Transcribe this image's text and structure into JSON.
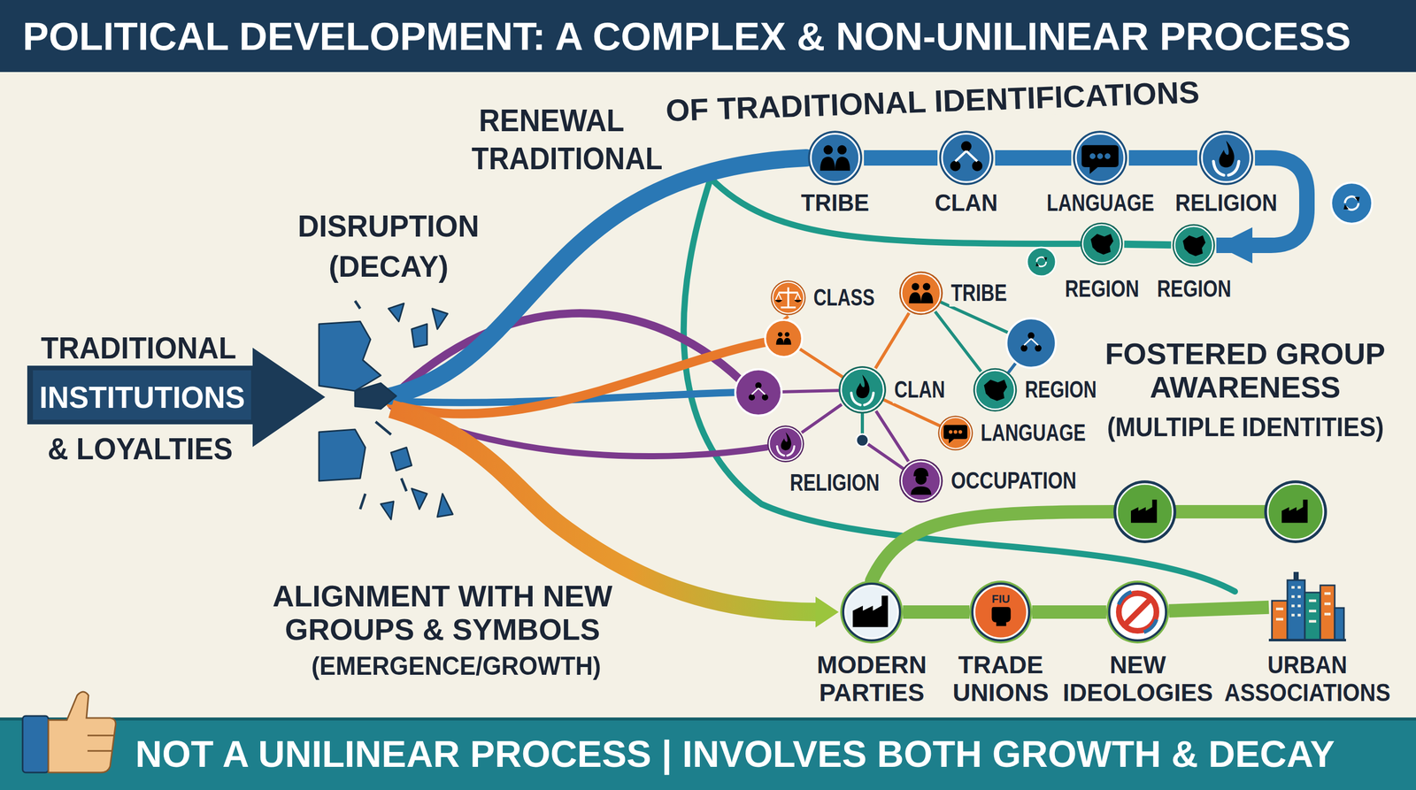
{
  "diagram": {
    "title": "POLITICAL DEVELOPMENT: A COMPLEX & NON-UNILINEAR PROCESS",
    "caption": "NOT A UNILINEAR PROCESS | INVOLVES BOTH GROWTH & DECAY",
    "nodes": [
      {
        "text": [
          "TRADITIONAL",
          "INSTITUTIONS",
          "& LOYALTIES"
        ]
      },
      {
        "text": [
          "TRIBE"
        ]
      },
      {
        "text": [
          "CLAN"
        ]
      },
      {
        "text": [
          "LANGUAGE"
        ]
      },
      {
        "text": [
          "RELIGION"
        ]
      },
      {
        "text": [
          "REGION"
        ]
      },
      {
        "text": [
          "REGION"
        ]
      },
      {
        "text": [
          "CLASS"
        ]
      },
      {
        "text": [
          "TRIBE"
        ]
      },
      {
        "text": [
          "CLAN"
        ]
      },
      {
        "text": [
          "REGION"
        ]
      },
      {
        "text": [
          "LANGUAGE"
        ]
      },
      {
        "text": [
          "RELIGION"
        ]
      },
      {
        "text": [
          "OCCUPATION"
        ]
      },
      {
        "text": [
          "MODERN PARTIES"
        ]
      },
      {
        "text": [
          "FIU",
          "TRADE UNIONS"
        ]
      },
      {
        "text": [
          "NEW IDEOLOGIES"
        ]
      },
      {
        "text": [
          "URBAN ASSOCIATIONS"
        ]
      }
    ],
    "edges": [
      {
        "from": 1,
        "to": 2,
        "arrow": "none"
      },
      {
        "from": 2,
        "to": 3,
        "arrow": "none"
      },
      {
        "from": 3,
        "to": 4,
        "arrow": "none"
      },
      {
        "from": 4,
        "to": 6,
        "arrow": "to"
      },
      {
        "from": 6,
        "to": 5,
        "arrow": "none"
      },
      {
        "from": 8,
        "to": 9,
        "arrow": "none"
      },
      {
        "from": 9,
        "to": 12,
        "arrow": "none"
      },
      {
        "from": 9,
        "to": 13,
        "arrow": "none"
      },
      {
        "from": 8,
        "to": 10,
        "arrow": "none"
      },
      {
        "from": 14,
        "to": 15,
        "arrow": "none"
      },
      {
        "from": 15,
        "to": 16,
        "arrow": "none"
      },
      {
        "from": 16,
        "to": 17,
        "arrow": "none"
      }
    ],
    "labels": [
      "RENEWAL",
      "TRADITIONAL",
      "OF TRADITIONAL IDENTIFICATIONS",
      "DISRUPTION",
      "(DECAY)",
      "FOSTERED GROUP AWARENESS",
      "(MULTIPLE IDENTITIES)",
      "ALIGNMENT WITH NEW GROUPS & SYMBOLS",
      "(EMERGENCE/GROWTH)"
    ]
  }
}
